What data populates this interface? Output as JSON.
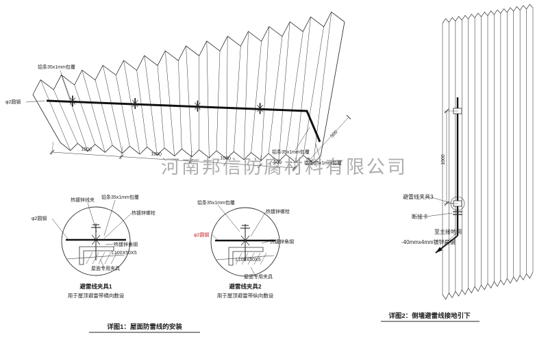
{
  "watermark": "河南邦信防腐材料有限公司",
  "main_view": {
    "label_alu_top": "铝条35x1mm包覆",
    "label_round_steel": "φ2圆钢",
    "label_alu_right1": "铝条35x1mm包覆",
    "label_alu_right2": "铝条35x1mm包覆",
    "dims": [
      "1000",
      "1000",
      "1000",
      "500"
    ],
    "dim_slope": "500"
  },
  "detail1": {
    "label_wire_clamp": "热镀锌线夹",
    "label_alu": "铝条35x1mm包覆",
    "label_bolt": "热镀锌螺栓",
    "label_round_steel": "φ2圆钢",
    "label_angle_steel": "热镀锌角钢",
    "label_angle_size": "L100X50X5",
    "label_roof_clamp": "屋面专用夹具",
    "title": "避雷线夹具1",
    "subtitle": "用于屋顶避雷带横向敷设"
  },
  "detail2": {
    "label_alu": "铝条35x1mm包覆",
    "label_bolt": "热镀锌螺栓",
    "label_round_steel": "φ2圆钢",
    "label_angle_steel": "热镀锌角钢",
    "label_angle_size": "L100X50X5",
    "label_roof_clamp": "屋面专用夹具",
    "title": "避雷线夹具2",
    "subtitle": "用于屋顶避雷带纵向敷设"
  },
  "wall_view": {
    "dim": "1000",
    "label_clamp3": "避雷线夹具3",
    "label_disconnect": "断接卡",
    "label_to_ground": "至主接地网",
    "label_flat_steel": "-40mmx4mm镀锌扁钢"
  },
  "captions": {
    "detail1": "详图1：屋面防雷线的安装",
    "detail2": "详图2：侧墙避雷线接地引下"
  },
  "colors": {
    "line": "#2b2b2b",
    "wire": "#111111",
    "red": "#c62222",
    "watermark": "#9b9b9b"
  }
}
